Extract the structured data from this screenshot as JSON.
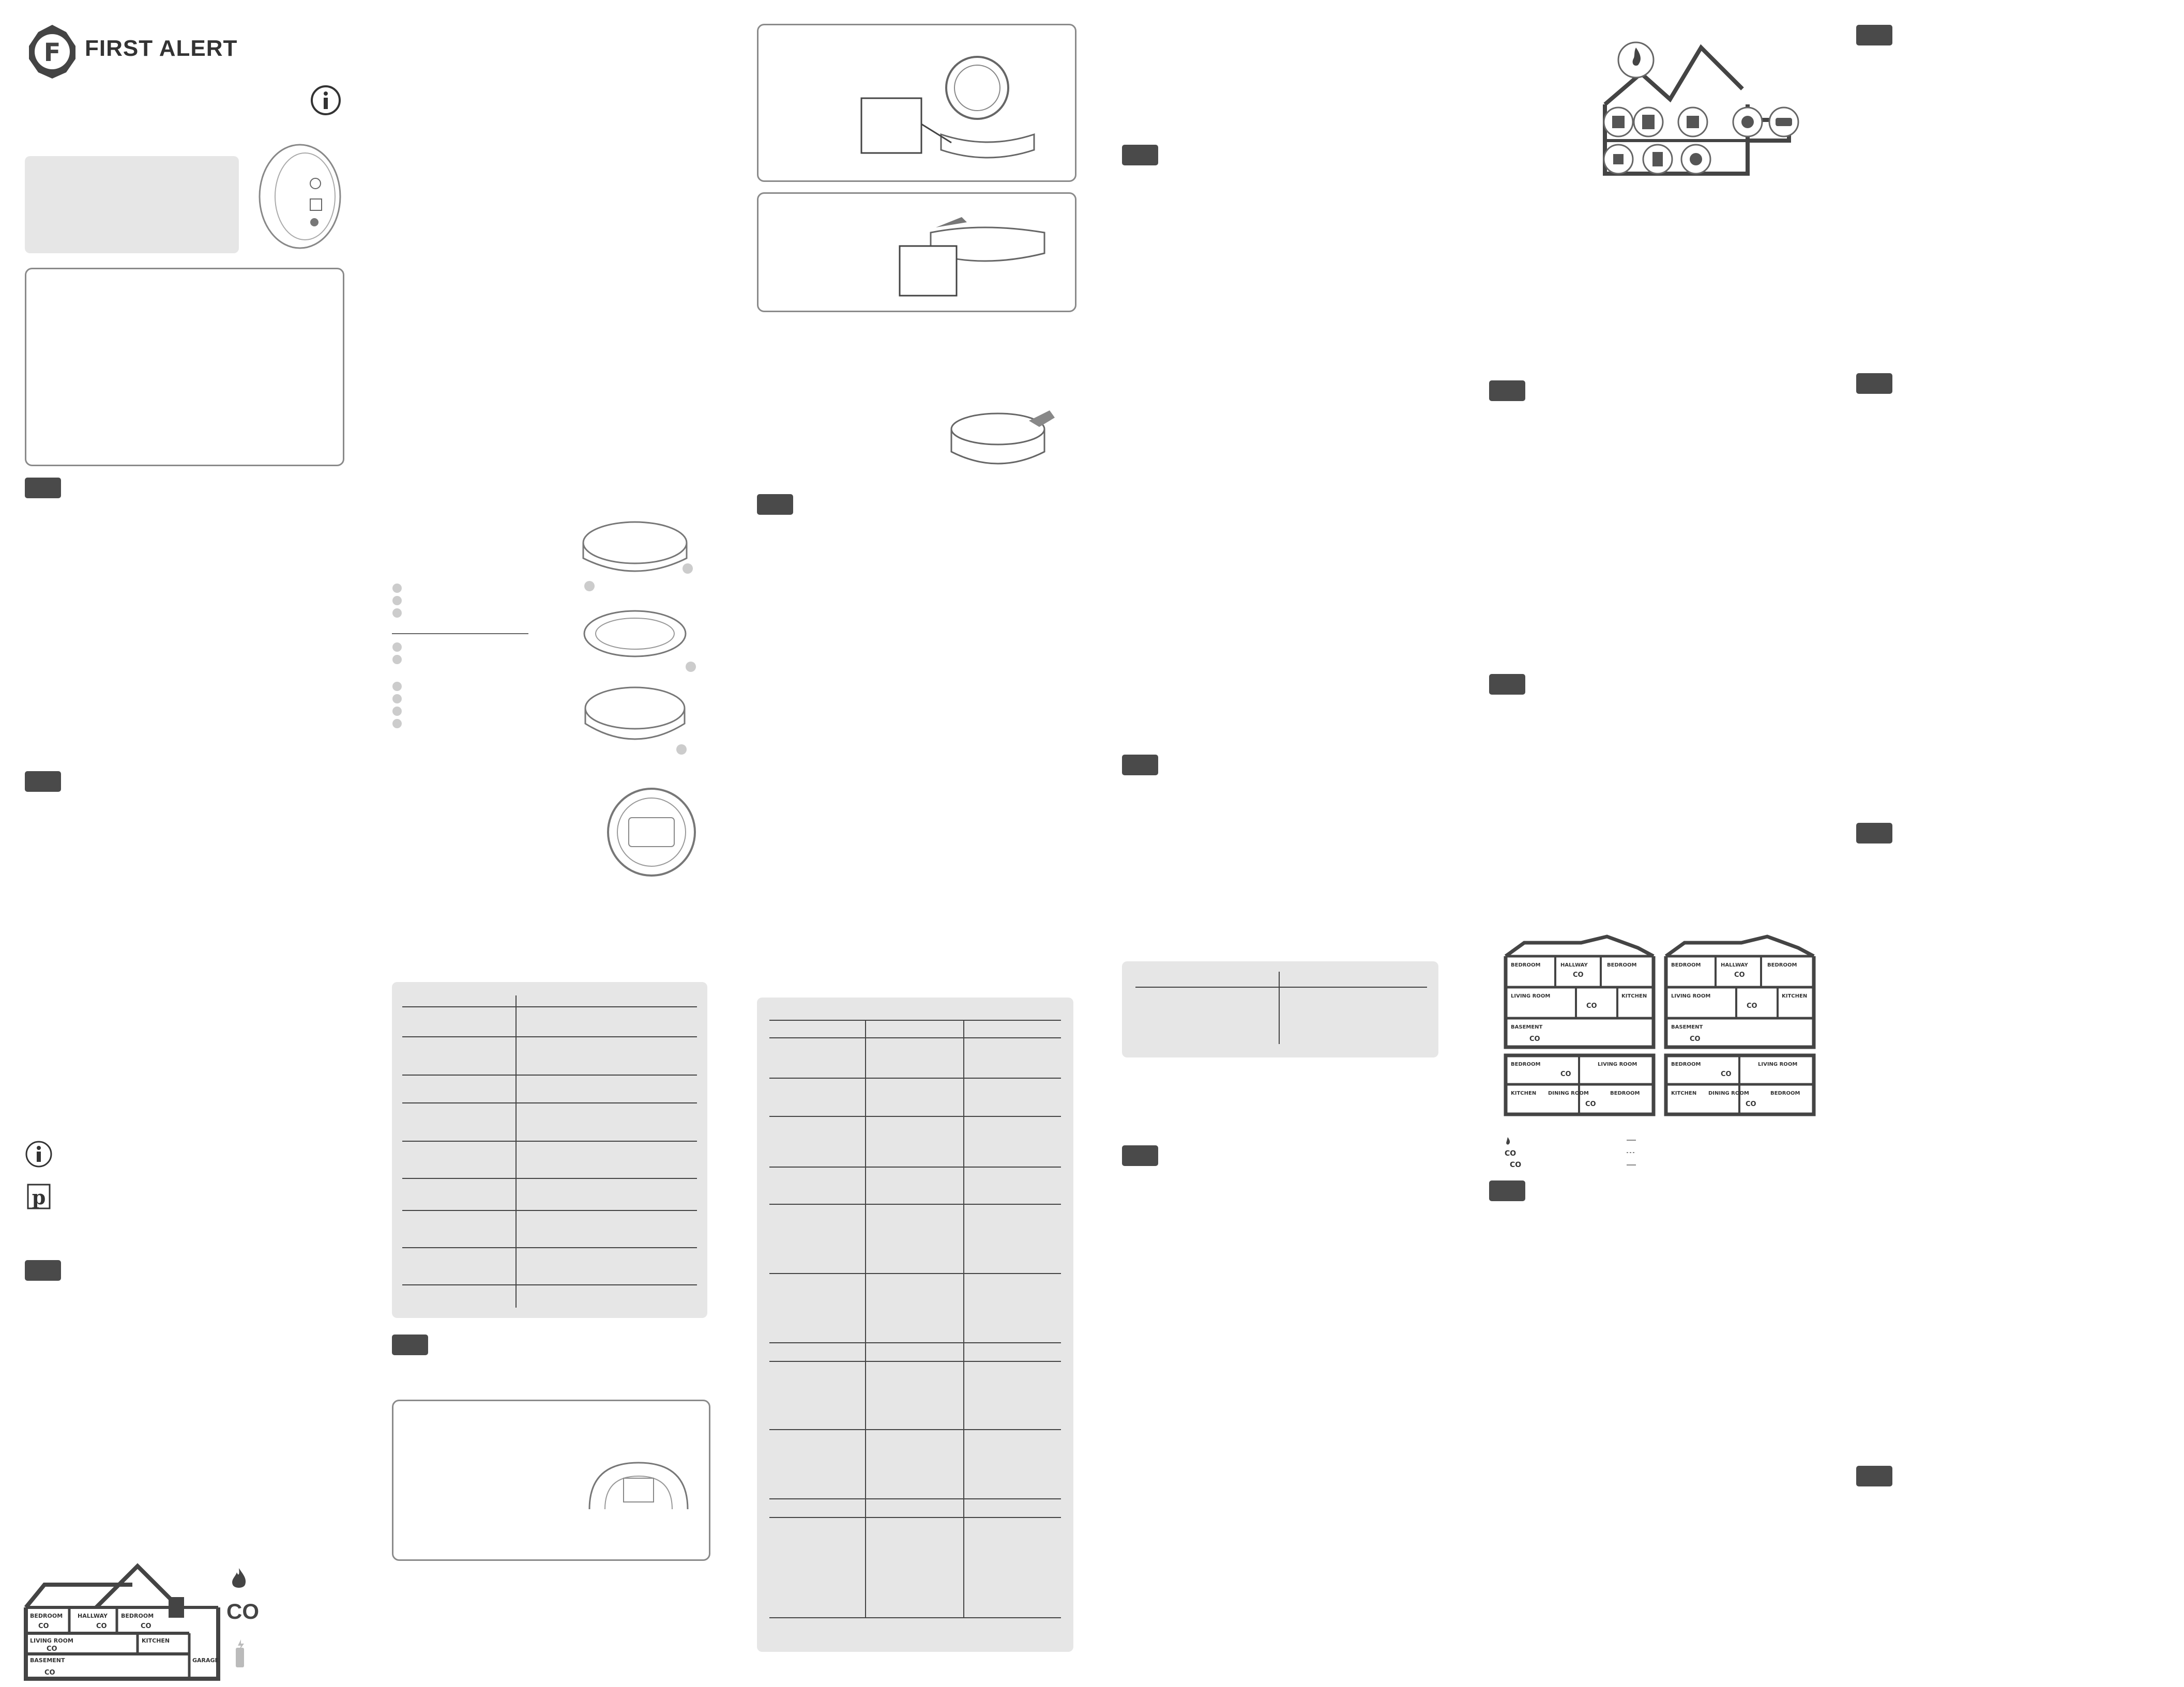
{
  "brand": {
    "name": "FIRST ALERT",
    "logo_letter": "F"
  },
  "icons": {
    "info": "info-icon",
    "parking": "p-icon",
    "flame": "flame-icon",
    "co_label": "CO"
  },
  "house_main": {
    "rooms": [
      "BEDROOM",
      "HALLWAY",
      "BEDROOM",
      "LIVING ROOM",
      "KITCHEN",
      "BASEMENT",
      "GARAGE"
    ],
    "co": "CO"
  },
  "house_quad": {
    "top_rooms": [
      "BEDROOM",
      "HALLWAY",
      "BEDROOM",
      "LIVING ROOM",
      "KITCHEN",
      "BASEMENT"
    ],
    "bottom_rooms": [
      "BEDROOM",
      "LIVING ROOM",
      "KITCHEN",
      "DINING ROOM",
      "BEDROOM"
    ],
    "co": "CO"
  },
  "legend_small": {
    "co1": "CO",
    "co2": "CO"
  },
  "colors": {
    "panel_grey": "#e6e6e6",
    "tab_dark": "#4a4a4a",
    "line": "#444444"
  }
}
